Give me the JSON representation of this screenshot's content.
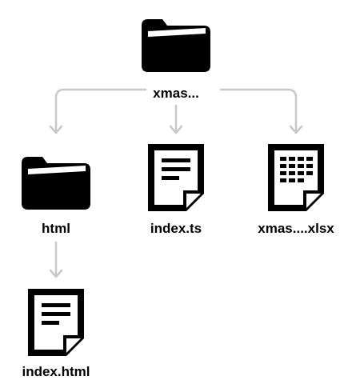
{
  "colors": {
    "icon": "#000000",
    "paper": "#ffffff",
    "connector": "#c8c8c8",
    "background": "#ffffff"
  },
  "nodes": {
    "root_folder": {
      "label": "xmas...",
      "icon": "folder-icon"
    },
    "html_folder": {
      "label": "html",
      "icon": "folder-icon"
    },
    "index_ts": {
      "label": "index.ts",
      "icon": "document-icon"
    },
    "xmas_xlsx": {
      "label": "xmas....xlsx",
      "icon": "spreadsheet-icon"
    },
    "index_html": {
      "label": "index.html",
      "icon": "document-icon"
    }
  }
}
